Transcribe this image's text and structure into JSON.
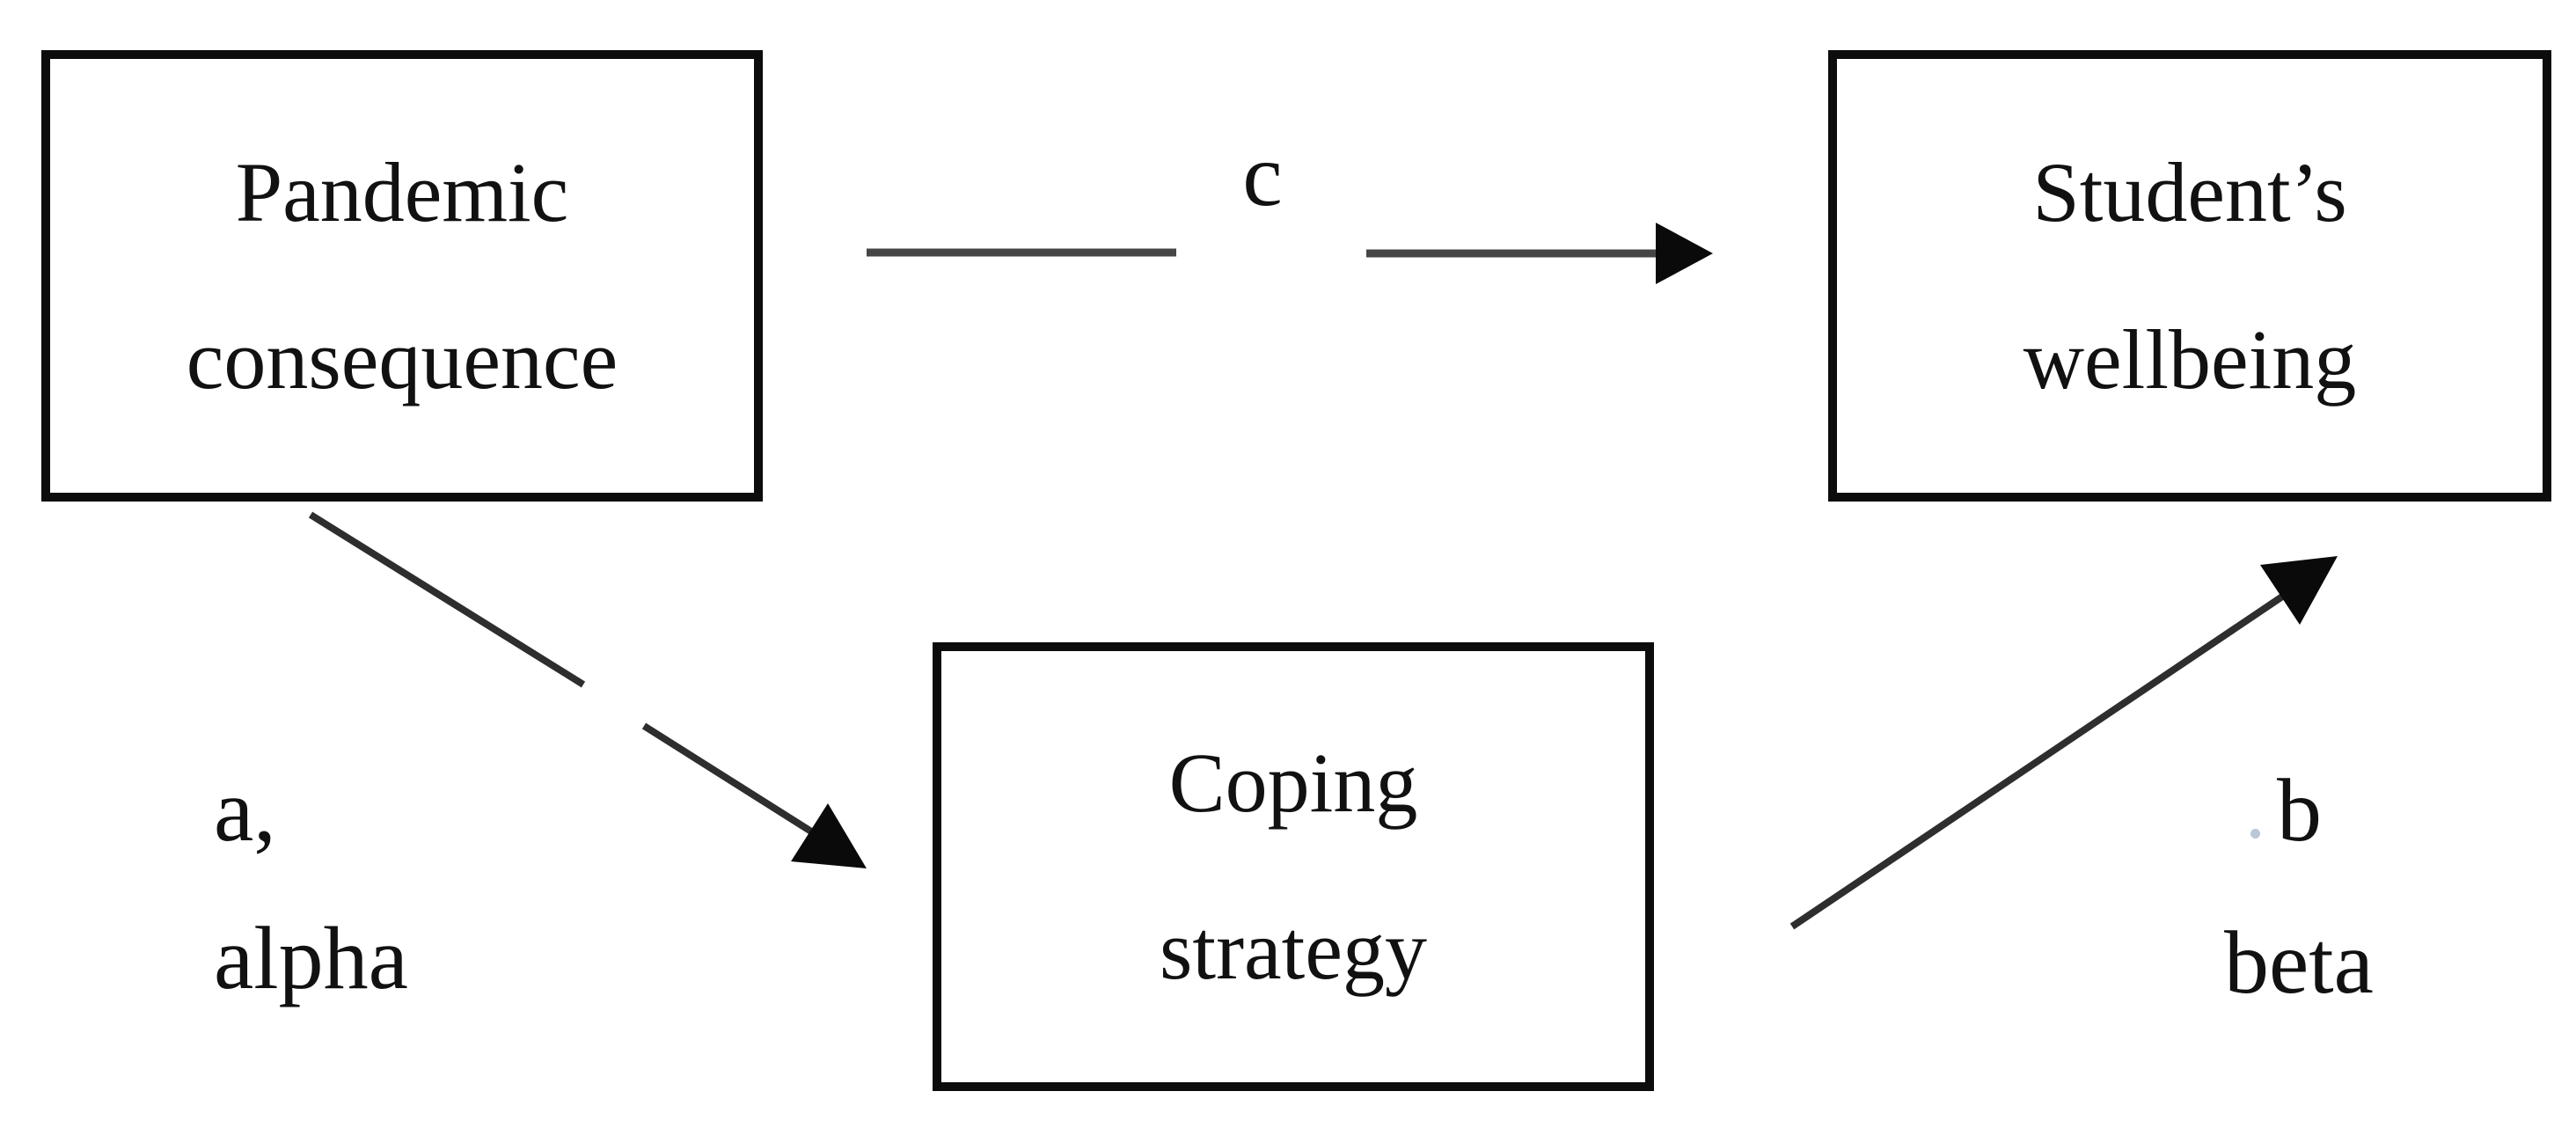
{
  "figure": {
    "type": "mediation-path-diagram",
    "background": "#ffffff",
    "boxes": [
      {
        "id": "pandemic-consequence",
        "line1": "Pandemic",
        "line2": "consequence"
      },
      {
        "id": "students-wellbeing",
        "line1": "Student’s",
        "line2": "wellbeing"
      },
      {
        "id": "coping-strategy",
        "line1": "Coping",
        "line2": "strategy"
      }
    ],
    "path_labels": {
      "direct_path": "c",
      "a_coefficient": "a,",
      "a_name": "alpha",
      "b_coefficient": "b",
      "b_name": "beta"
    },
    "colors": {
      "box_border": "#0c0c0c",
      "text": "#111111",
      "horizontal_line": "#464646",
      "diagonal_line": "#2e2e2e",
      "arrowhead": "#0a0a0a",
      "stray_dot": "#aab8cc"
    }
  }
}
